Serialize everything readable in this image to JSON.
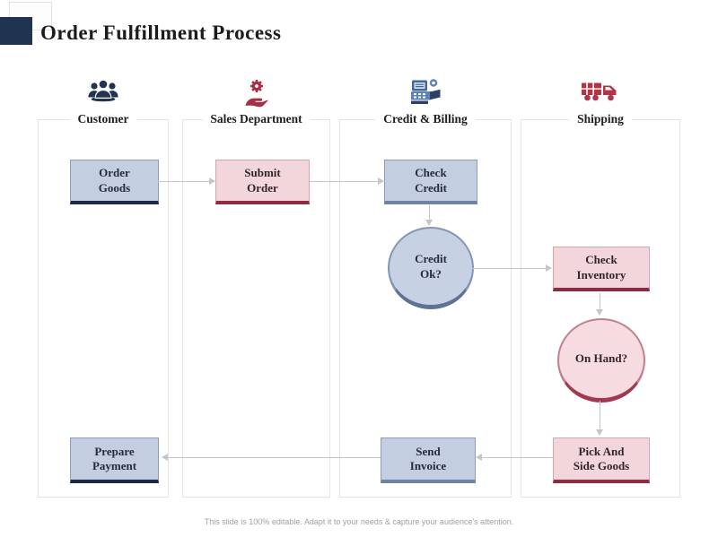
{
  "title": "Order Fulfillment Process",
  "footer": "This slide is 100% editable. Adapt it to your needs & capture your audience's attention.",
  "lanes": [
    {
      "label": "Customer",
      "icon": "users-icon"
    },
    {
      "label": "Sales Department",
      "icon": "hand-gear-icon"
    },
    {
      "label": "Credit & Billing",
      "icon": "billing-machine-icon"
    },
    {
      "label": "Shipping",
      "icon": "truck-icon"
    }
  ],
  "nodes": {
    "order_goods": {
      "lines": [
        "Order",
        "Goods"
      ],
      "lane": "Customer",
      "shape": "rect"
    },
    "submit_order": {
      "lines": [
        "Submit",
        "Order"
      ],
      "lane": "Sales Department",
      "shape": "rect"
    },
    "check_credit": {
      "lines": [
        "Check",
        "Credit"
      ],
      "lane": "Credit & Billing",
      "shape": "rect"
    },
    "credit_ok": {
      "lines": [
        "Credit",
        "Ok?"
      ],
      "lane": "Credit & Billing",
      "shape": "circle"
    },
    "check_inventory": {
      "lines": [
        "Check",
        "Inventory"
      ],
      "lane": "Shipping",
      "shape": "rect"
    },
    "on_hand": {
      "lines": [
        "On Hand?"
      ],
      "lane": "Shipping",
      "shape": "circle"
    },
    "pick_side_goods": {
      "lines": [
        "Pick And",
        "Side Goods"
      ],
      "lane": "Shipping",
      "shape": "rect"
    },
    "send_invoice": {
      "lines": [
        "Send",
        "Invoice"
      ],
      "lane": "Credit & Billing",
      "shape": "rect"
    },
    "prepare_payment": {
      "lines": [
        "Prepare",
        "Payment"
      ],
      "lane": "Customer",
      "shape": "rect"
    }
  },
  "flow": [
    {
      "from": "Order Goods",
      "to": "Submit Order"
    },
    {
      "from": "Submit Order",
      "to": "Check Credit"
    },
    {
      "from": "Check Credit",
      "to": "Credit Ok?"
    },
    {
      "from": "Credit Ok?",
      "to": "Check Inventory"
    },
    {
      "from": "Check Inventory",
      "to": "On Hand?"
    },
    {
      "from": "On Hand?",
      "to": "Pick And Side Goods"
    },
    {
      "from": "Pick And Side Goods",
      "to": "Send Invoice"
    },
    {
      "from": "Send Invoice",
      "to": "Prepare Payment"
    }
  ],
  "colors": {
    "navy": "#203452",
    "red": "#a53047",
    "blue_box_fill": "#c3cfe1",
    "blue_box_border": "#8e9dba",
    "navy_bottom": "#1b2a44",
    "slate_bottom": "#6f82a3",
    "pink_box_fill": "#f2d6dc",
    "pink_box_border": "#cfa6b1",
    "red_bottom": "#8f2a40",
    "circle_blue_fill": "#c6d2e3",
    "circle_blue_border": "#8496b5",
    "circle_blue_bottom": "#5f7296",
    "circle_pink_fill": "#f6dbe0",
    "circle_pink_border": "#c2808e",
    "circle_pink_bottom": "#a23750",
    "lane_border": "#e4e4e4",
    "connector": "#c6c6c6",
    "title_color": "#1c1c1c",
    "footer_color": "#a0a0a0"
  }
}
